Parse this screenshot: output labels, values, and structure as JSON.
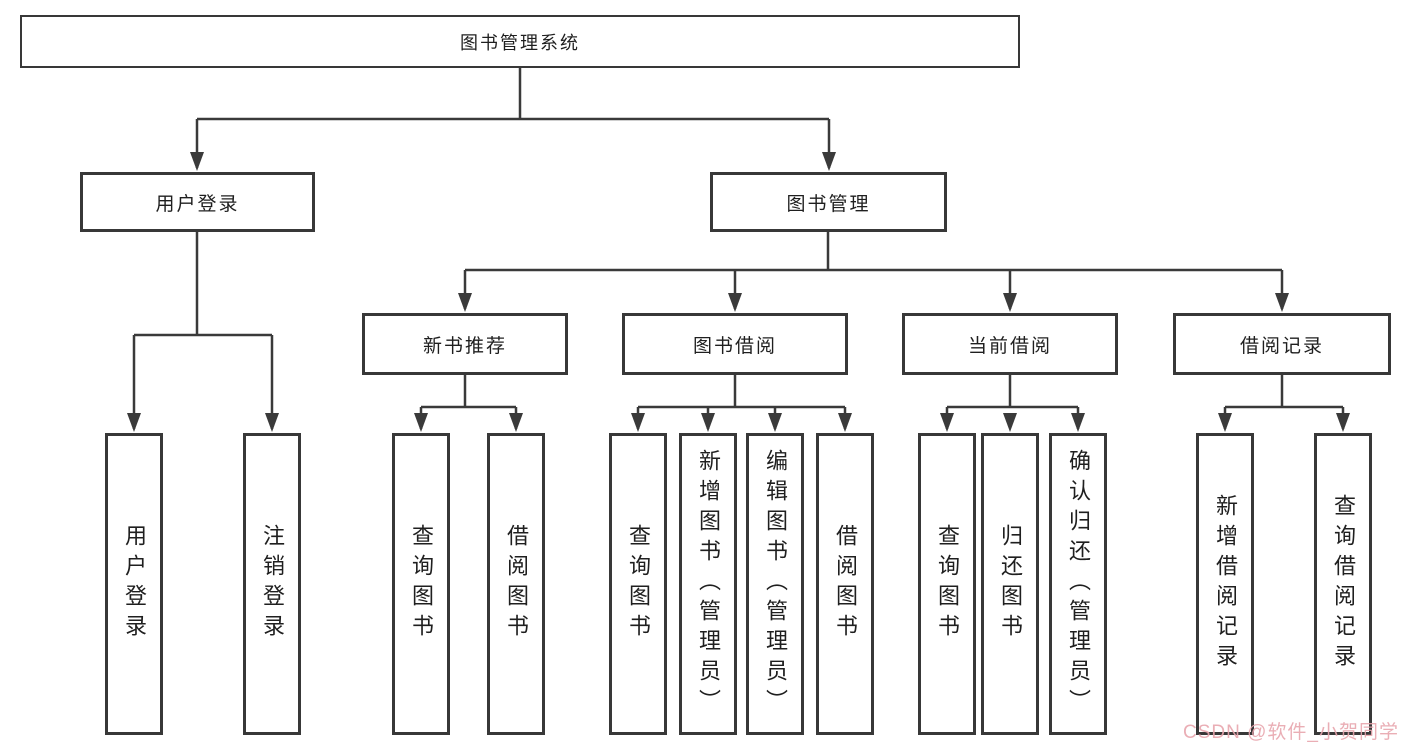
{
  "colors": {
    "line": "#3a3a3a",
    "box_border": "#383838",
    "text": "#1f1f1f",
    "watermark": "#e8a6ae",
    "background": "#ffffff"
  },
  "nodes": {
    "root": "图书管理系统",
    "user_login": "用户登录",
    "book_management": "图书管理",
    "new_book_recommend": "新书推荐",
    "book_borrowing": "图书借阅",
    "current_borrowing": "当前借阅",
    "borrowing_records": "借阅记录",
    "leaf_user_login": "用户登录",
    "leaf_logout": "注销登录",
    "leaf_query_books_recommend": "查询图书",
    "leaf_borrow_books_recommend": "借阅图书",
    "leaf_query_books_borrowing": "查询图书",
    "leaf_add_books_admin": "新增图书（管理员）",
    "leaf_edit_books_admin": "编辑图书（管理员）",
    "leaf_borrow_books_borrowing": "借阅图书",
    "leaf_query_books_current": "查询图书",
    "leaf_return_books": "归还图书",
    "leaf_confirm_return_admin": "确认归还（管理员）",
    "leaf_add_borrow_record": "新增借阅记录",
    "leaf_query_borrow_record": "查询借阅记录"
  },
  "hierarchy": {
    "图书管理系统": {
      "用户登录": [
        "用户登录",
        "注销登录"
      ],
      "图书管理": {
        "新书推荐": [
          "查询图书",
          "借阅图书"
        ],
        "图书借阅": [
          "查询图书",
          "新增图书（管理员）",
          "编辑图书（管理员）",
          "借阅图书"
        ],
        "当前借阅": [
          "查询图书",
          "归还图书",
          "确认归还（管理员）"
        ],
        "借阅记录": [
          "新增借阅记录",
          "查询借阅记录"
        ]
      }
    }
  },
  "watermark": {
    "text": "CSDN @软件_小贺同学"
  }
}
